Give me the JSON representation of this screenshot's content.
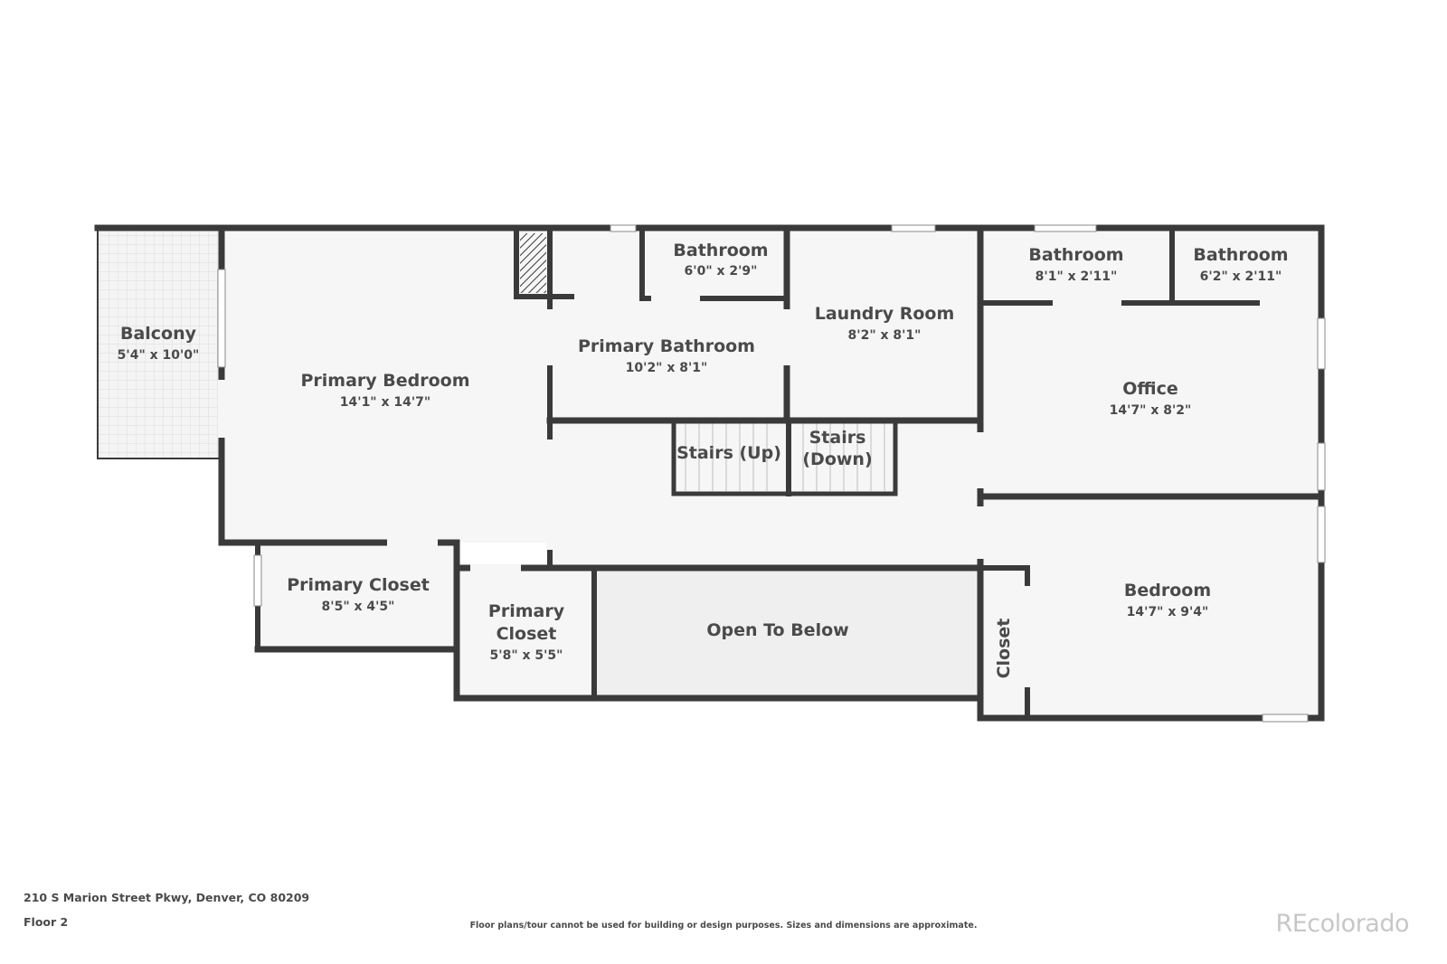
{
  "floorplan": {
    "address": "210 S Marion Street Pkwy, Denver, CO 80209",
    "floor_label": "Floor 2",
    "disclaimer": "Floor plans/tour cannot be used for building or design purposes. Sizes and dimensions are approximate.",
    "brand": "REcolorado",
    "colors": {
      "wall": "#3a3a3a",
      "room_fill": "#f6f6f6",
      "open_below_fill": "#efefef",
      "text": "#4a4a4a",
      "brand": "#c7c7c7"
    },
    "rooms": {
      "balcony": {
        "name": "Balcony",
        "dim": "5'4\" x 10'0\""
      },
      "primary_bedroom": {
        "name": "Primary Bedroom",
        "dim": "14'1\" x 14'7\""
      },
      "bathroom_top": {
        "name": "Bathroom",
        "dim": "6'0\" x 2'9\""
      },
      "primary_bathroom": {
        "name": "Primary Bathroom",
        "dim": "10'2\" x 8'1\""
      },
      "laundry_room": {
        "name": "Laundry Room",
        "dim": "8'2\" x 8'1\""
      },
      "bathroom_right_1": {
        "name": "Bathroom",
        "dim": "8'1\" x 2'11\""
      },
      "bathroom_right_2": {
        "name": "Bathroom",
        "dim": "6'2\" x 2'11\""
      },
      "office": {
        "name": "Office",
        "dim": "14'7\" x 8'2\""
      },
      "stairs_up": {
        "name": "Stairs (Up)"
      },
      "stairs_down": {
        "name_line1": "Stairs",
        "name_line2": "(Down)"
      },
      "primary_closet_1": {
        "name": "Primary Closet",
        "dim": "8'5\" x 4'5\""
      },
      "primary_closet_2": {
        "name_line1": "Primary",
        "name_line2": "Closet",
        "dim": "5'8\" x 5'5\""
      },
      "open_to_below": {
        "name": "Open To Below"
      },
      "closet": {
        "name": "Closet"
      },
      "bedroom": {
        "name": "Bedroom",
        "dim": "14'7\" x 9'4\""
      }
    }
  }
}
